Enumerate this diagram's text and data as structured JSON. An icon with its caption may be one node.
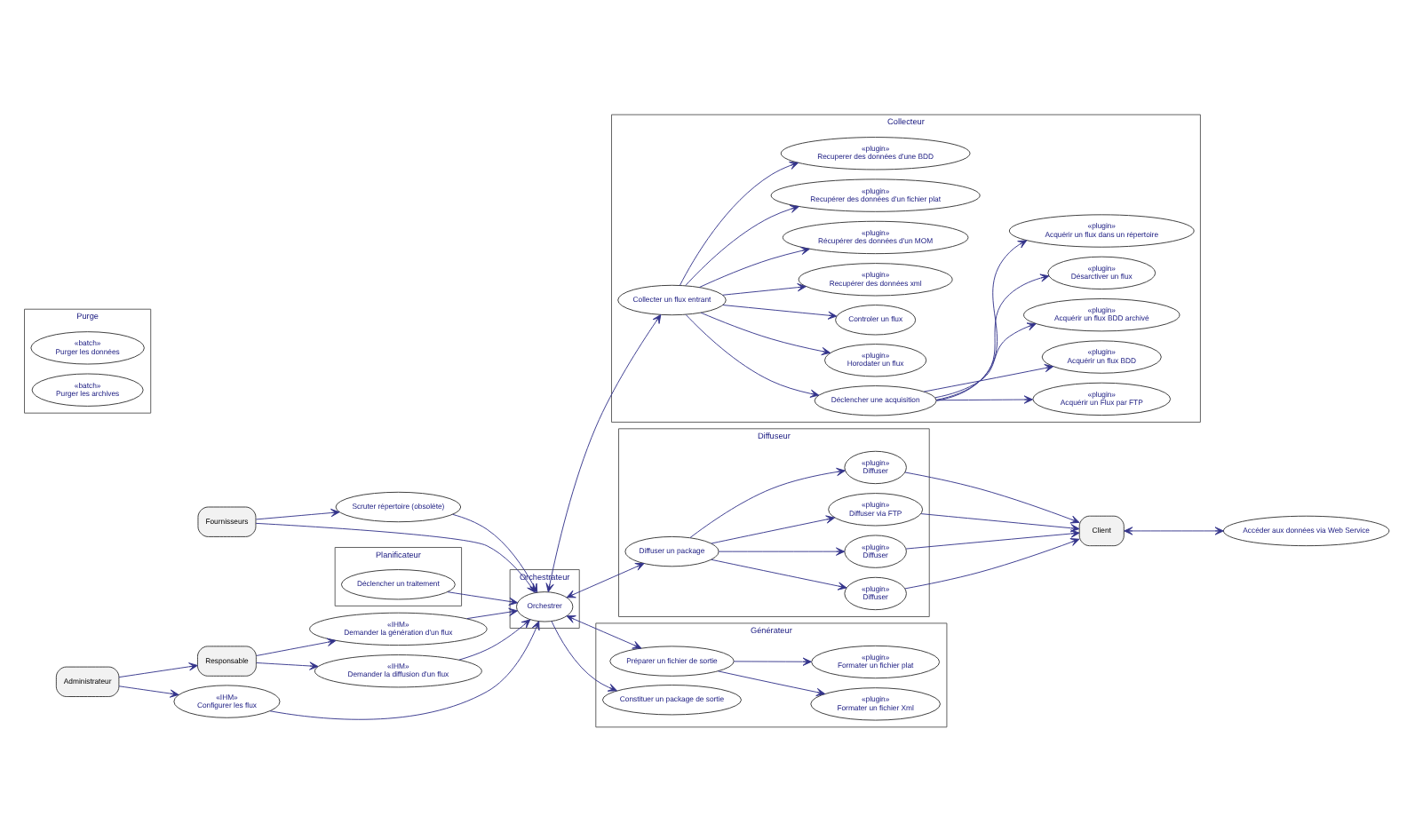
{
  "diagram": {
    "nodes": [
      {
        "text": [
          "Fournisseurs"
        ]
      },
      {
        "text": [
          "Scruter répertoire (obsolète)"
        ]
      },
      {
        "text": [
          "Planificateur"
        ]
      },
      {
        "text": [
          "Déclencher un traitement"
        ],
        "in": 2
      },
      {
        "text": [
          "Responsable"
        ]
      },
      {
        "text": [
          "«IHM»",
          "Demander la génération d'un flux"
        ]
      },
      {
        "text": [
          "«IHM»",
          "Demander la diffusion d'un flux"
        ]
      },
      {
        "text": [
          "«IHM»",
          "Configurer les flux"
        ]
      },
      {
        "text": [
          "Administrateur"
        ]
      },
      {
        "text": [
          "Orchestrateur"
        ]
      },
      {
        "text": [
          "Orchestrer"
        ],
        "in": 9
      },
      {
        "text": [
          "Collecteur"
        ]
      },
      {
        "text": [
          "«plugin»",
          "Acquérir un Flux par FTP"
        ],
        "in": 11
      },
      {
        "text": [
          "«plugin»",
          "Acquérir un flux BDD"
        ],
        "in": 11
      },
      {
        "text": [
          "«plugin»",
          "Acquérir un flux BDD archivé"
        ],
        "in": 11
      },
      {
        "text": [
          "Déclencher une acquisition"
        ],
        "in": 11
      },
      {
        "text": [
          "«plugin»",
          "Désarctiver un flux"
        ],
        "in": 11
      },
      {
        "text": [
          "«plugin»",
          "Acquérir un flux dans un répertoire"
        ],
        "in": 11
      },
      {
        "text": [
          "«plugin»",
          "Horodater un flux"
        ],
        "in": 11
      },
      {
        "text": [
          "Controler un flux"
        ],
        "in": 11
      },
      {
        "text": [
          "Collecter un flux entrant"
        ],
        "in": 11
      },
      {
        "text": [
          "«plugin»",
          "Recupérer des données xml"
        ],
        "in": 11
      },
      {
        "text": [
          "«plugin»",
          "Récupérer des données d'un MOM"
        ],
        "in": 11
      },
      {
        "text": [
          "«plugin»",
          "Recupérer des données d'un fichier plat"
        ],
        "in": 11
      },
      {
        "text": [
          "«plugin»",
          "Recuperer des données d'une BDD"
        ],
        "in": 11
      },
      {
        "text": [
          "Client"
        ]
      },
      {
        "text": [
          "Diffuseur"
        ]
      },
      {
        "text": [
          "«plugin»",
          "Diffuser"
        ],
        "in": 26
      },
      {
        "text": [
          "«plugin»",
          "Diffuser"
        ],
        "in": 26
      },
      {
        "text": [
          "Diffuser un package"
        ],
        "in": 26
      },
      {
        "text": [
          "«plugin»",
          "Diffuser via FTP"
        ],
        "in": 26
      },
      {
        "text": [
          "«plugin»",
          "Diffuser"
        ],
        "in": 26
      },
      {
        "text": [
          "Accéder aux données via Web Service"
        ]
      },
      {
        "text": [
          "Générateur"
        ]
      },
      {
        "text": [
          "Préparer un fichier de sortie"
        ],
        "in": 33
      },
      {
        "text": [
          "Constituer un package de sortie"
        ],
        "in": 33
      },
      {
        "text": [
          "«plugin»",
          "Formater un fichier Xml"
        ],
        "in": 33
      },
      {
        "text": [
          "«plugin»",
          "Formater un fichier plat"
        ],
        "in": 33
      },
      {
        "text": [
          "Purge"
        ]
      },
      {
        "text": [
          "«batch»",
          "Purger les données"
        ],
        "in": 38
      },
      {
        "text": [
          "«batch»",
          "Purger les archives"
        ],
        "in": 38
      }
    ],
    "edges": [
      {
        "from": 0,
        "to": 1,
        "arrow": "to"
      },
      {
        "from": 0,
        "to": 10,
        "arrow": "to"
      },
      {
        "from": 1,
        "to": 10,
        "arrow": "to"
      },
      {
        "from": 3,
        "to": 10,
        "arrow": "to"
      },
      {
        "from": 4,
        "to": 5,
        "arrow": "to"
      },
      {
        "from": 4,
        "to": 6,
        "arrow": "to"
      },
      {
        "from": 8,
        "to": 4,
        "arrow": "to"
      },
      {
        "from": 8,
        "to": 7,
        "arrow": "to"
      },
      {
        "from": 5,
        "to": 10,
        "arrow": "to"
      },
      {
        "from": 6,
        "to": 10,
        "arrow": "to"
      },
      {
        "from": 7,
        "to": 10,
        "arrow": "to"
      },
      {
        "from": 10,
        "to": 20,
        "arrow": "both"
      },
      {
        "from": 20,
        "to": 15,
        "arrow": "to"
      },
      {
        "from": 15,
        "to": 12,
        "arrow": "to"
      },
      {
        "from": 15,
        "to": 13,
        "arrow": "to"
      },
      {
        "from": 15,
        "to": 14,
        "arrow": "to"
      },
      {
        "from": 15,
        "to": 16,
        "arrow": "to"
      },
      {
        "from": 15,
        "to": 17,
        "arrow": "to"
      },
      {
        "from": 20,
        "to": 18,
        "arrow": "to"
      },
      {
        "from": 20,
        "to": 19,
        "arrow": "to"
      },
      {
        "from": 20,
        "to": 21,
        "arrow": "to"
      },
      {
        "from": 20,
        "to": 22,
        "arrow": "to"
      },
      {
        "from": 20,
        "to": 23,
        "arrow": "to"
      },
      {
        "from": 20,
        "to": 24,
        "arrow": "to"
      },
      {
        "from": 10,
        "to": 29,
        "arrow": "both"
      },
      {
        "from": 29,
        "to": 27,
        "arrow": "to"
      },
      {
        "from": 29,
        "to": 28,
        "arrow": "to"
      },
      {
        "from": 29,
        "to": 30,
        "arrow": "to"
      },
      {
        "from": 29,
        "to": 31,
        "arrow": "to"
      },
      {
        "from": 27,
        "to": 25,
        "arrow": "to"
      },
      {
        "from": 28,
        "to": 25,
        "arrow": "to"
      },
      {
        "from": 30,
        "to": 25,
        "arrow": "to"
      },
      {
        "from": 31,
        "to": 25,
        "arrow": "to"
      },
      {
        "from": 25,
        "to": 32,
        "arrow": "both"
      },
      {
        "from": 10,
        "to": 34,
        "arrow": "both"
      },
      {
        "from": 10,
        "to": 35,
        "arrow": "to"
      },
      {
        "from": 34,
        "to": 36,
        "arrow": "to"
      },
      {
        "from": 34,
        "to": 37,
        "arrow": "to"
      }
    ]
  }
}
